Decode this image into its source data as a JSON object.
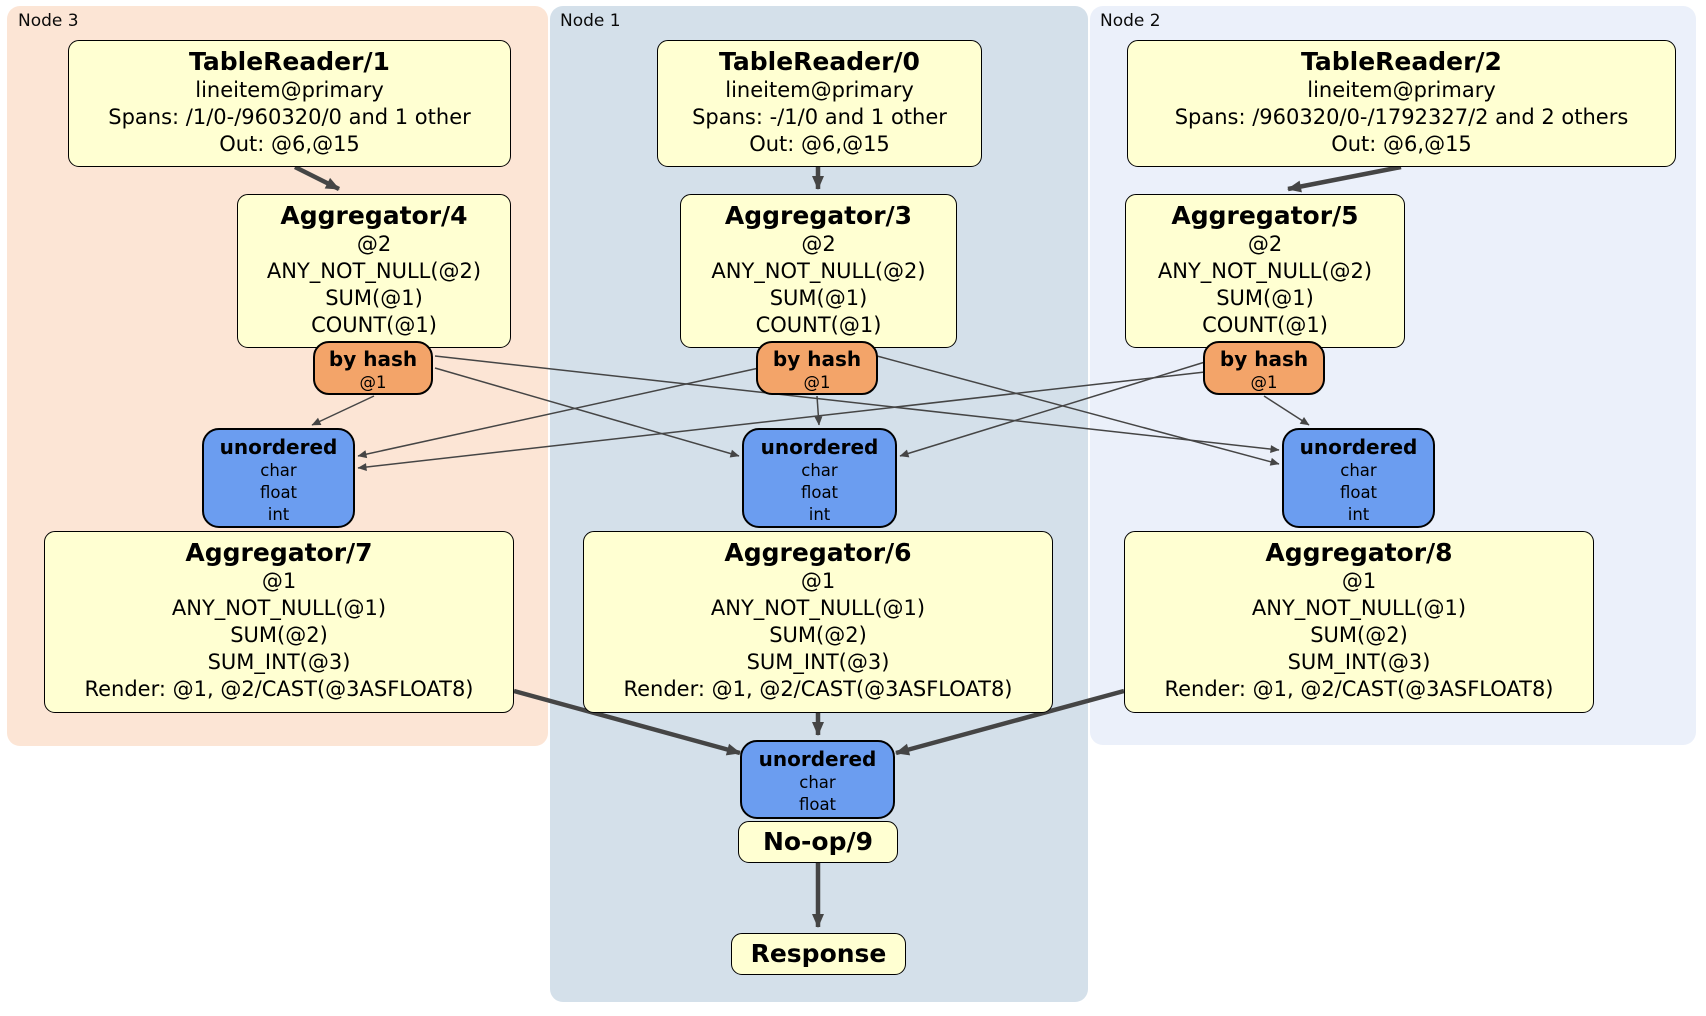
{
  "panels": [
    {
      "id": "node3",
      "label": "Node 3"
    },
    {
      "id": "node1",
      "label": "Node 1"
    },
    {
      "id": "node2",
      "label": "Node 2"
    }
  ],
  "processors": {
    "tr1": {
      "title": "TableReader/1",
      "lines": [
        "lineitem@primary",
        "Spans: /1/0-/960320/0 and 1 other",
        "Out: @6,@15"
      ]
    },
    "tr0": {
      "title": "TableReader/0",
      "lines": [
        "lineitem@primary",
        "Spans: -/1/0 and 1 other",
        "Out: @6,@15"
      ]
    },
    "tr2": {
      "title": "TableReader/2",
      "lines": [
        "lineitem@primary",
        "Spans: /960320/0-/1792327/2 and 2 others",
        "Out: @6,@15"
      ]
    },
    "agg4": {
      "title": "Aggregator/4",
      "lines": [
        "@2",
        "ANY_NOT_NULL(@2)",
        "SUM(@1)",
        "COUNT(@1)"
      ]
    },
    "agg3": {
      "title": "Aggregator/3",
      "lines": [
        "@2",
        "ANY_NOT_NULL(@2)",
        "SUM(@1)",
        "COUNT(@1)"
      ]
    },
    "agg5": {
      "title": "Aggregator/5",
      "lines": [
        "@2",
        "ANY_NOT_NULL(@2)",
        "SUM(@1)",
        "COUNT(@1)"
      ]
    },
    "agg7": {
      "title": "Aggregator/7",
      "lines": [
        "@1",
        "ANY_NOT_NULL(@1)",
        "SUM(@2)",
        "SUM_INT(@3)",
        "Render: @1, @2/CAST(@3ASFLOAT8)"
      ]
    },
    "agg6": {
      "title": "Aggregator/6",
      "lines": [
        "@1",
        "ANY_NOT_NULL(@1)",
        "SUM(@2)",
        "SUM_INT(@3)",
        "Render: @1, @2/CAST(@3ASFLOAT8)"
      ]
    },
    "agg8": {
      "title": "Aggregator/8",
      "lines": [
        "@1",
        "ANY_NOT_NULL(@1)",
        "SUM(@2)",
        "SUM_INT(@3)",
        "Render: @1, @2/CAST(@3ASFLOAT8)"
      ]
    },
    "noop": {
      "title": "No-op/9"
    },
    "response": {
      "title": "Response"
    }
  },
  "routers": {
    "byhash_n3": {
      "label": "by hash",
      "detail": "@1"
    },
    "byhash_n1": {
      "label": "by hash",
      "detail": "@1"
    },
    "byhash_n2": {
      "label": "by hash",
      "detail": "@1"
    },
    "unordered_n3": {
      "label": "unordered",
      "streams": [
        "char",
        "float",
        "int"
      ]
    },
    "unordered_n1": {
      "label": "unordered",
      "streams": [
        "char",
        "float",
        "int"
      ]
    },
    "unordered_n2": {
      "label": "unordered",
      "streams": [
        "char",
        "float",
        "int"
      ]
    },
    "unordered_final": {
      "label": "unordered",
      "streams": [
        "char",
        "float"
      ]
    }
  },
  "colors": {
    "page_bg": "#ffffff",
    "panel_node3_bg": "#fce5d5",
    "panel_node1_bg": "#d4e0ea",
    "panel_node2_bg": "#ebf0fa",
    "processor_fill": "#ffffd2",
    "hash_router_fill": "#f3a469",
    "sync_fill": "#6b9df0",
    "box_border": "#000000",
    "edge": "#454545",
    "text": "#000000"
  }
}
